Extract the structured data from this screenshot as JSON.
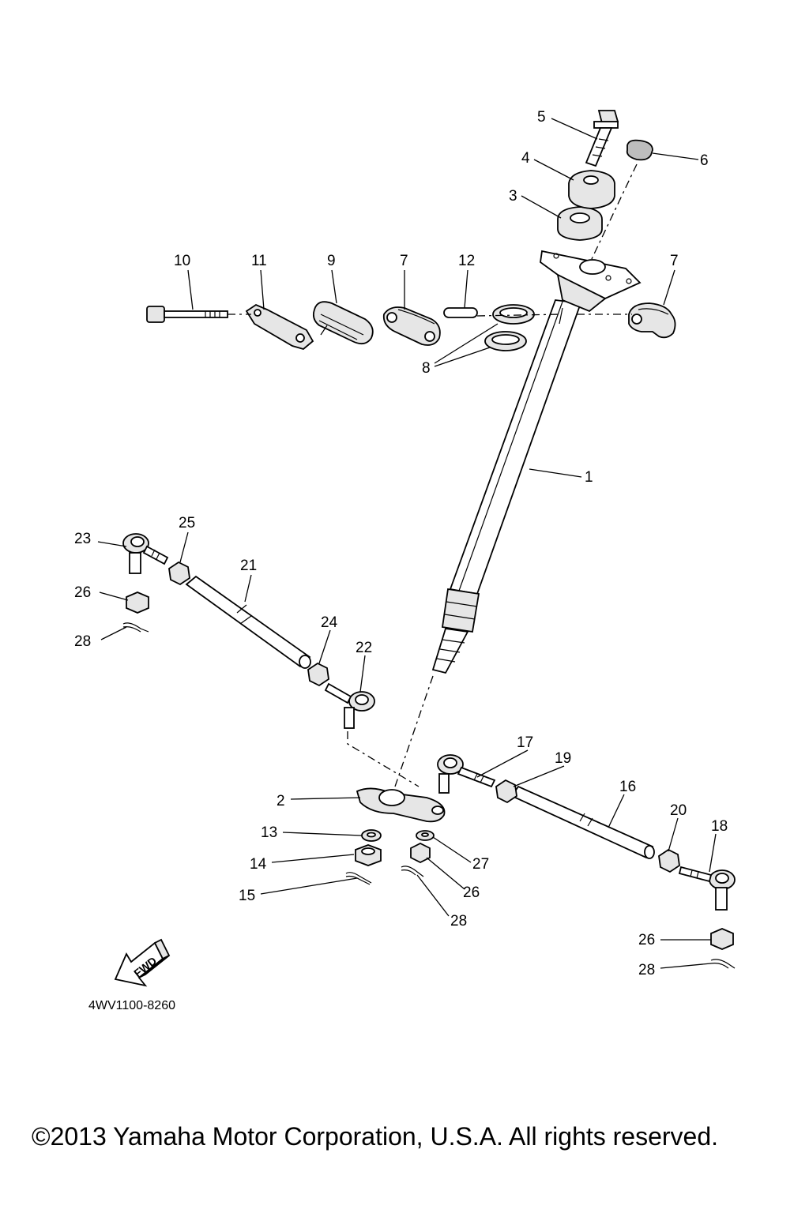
{
  "diagram": {
    "labels": {
      "p1": "1",
      "p2": "2",
      "p3": "3",
      "p4": "4",
      "p5": "5",
      "p6": "6",
      "p7a": "7",
      "p7b": "7",
      "p8": "8",
      "p9": "9",
      "p10": "10",
      "p11": "11",
      "p12": "12",
      "p13": "13",
      "p14": "14",
      "p15": "15",
      "p16": "16",
      "p17": "17",
      "p18": "18",
      "p19": "19",
      "p20": "20",
      "p21": "21",
      "p22": "22",
      "p23": "23",
      "p24": "24",
      "p25": "25",
      "p26a": "26",
      "p26b": "26",
      "p26c": "26",
      "p27": "27",
      "p28a": "28",
      "p28b": "28",
      "p28c": "28"
    },
    "fwd_label": "FWD",
    "diagram_code": "4WV1100-8260",
    "copyright": "©2013 Yamaha Motor Corporation, U.S.A. All rights reserved."
  }
}
